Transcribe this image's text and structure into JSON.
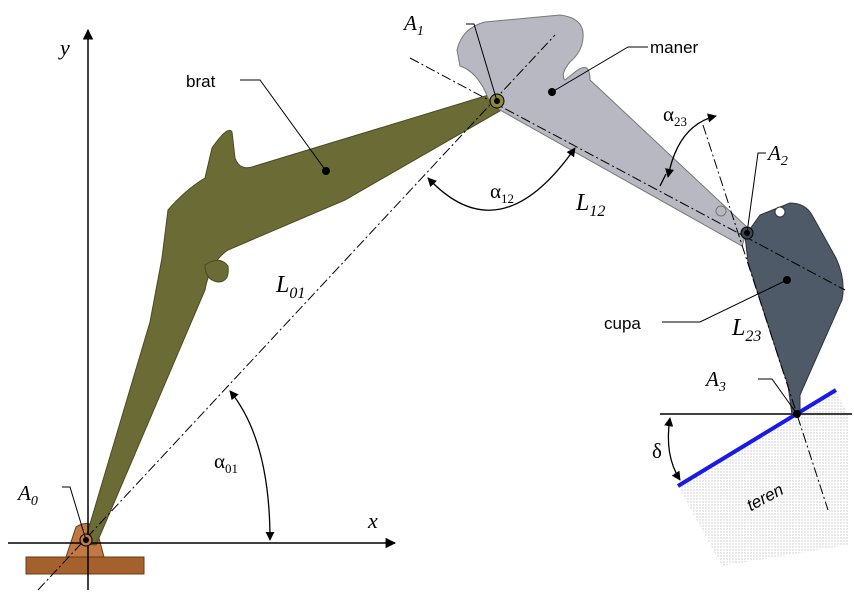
{
  "axes": {
    "x_label": "x",
    "y_label": "y"
  },
  "joints": {
    "a0": {
      "base": "A",
      "sub": "0"
    },
    "a1": {
      "base": "A",
      "sub": "1"
    },
    "a2": {
      "base": "A",
      "sub": "2"
    },
    "a3": {
      "base": "A",
      "sub": "3"
    }
  },
  "lengths": {
    "l01": {
      "base": "L",
      "sub": "01"
    },
    "l12": {
      "base": "L",
      "sub": "12"
    },
    "l23": {
      "base": "L",
      "sub": "23"
    }
  },
  "angles": {
    "alpha01": {
      "base": "α",
      "sub": "01"
    },
    "alpha12": {
      "base": "α",
      "sub": "12"
    },
    "alpha23": {
      "base": "α",
      "sub": "23"
    },
    "delta": "δ"
  },
  "parts": {
    "brat": "brat",
    "maner": "maner",
    "cupa": "cupa",
    "teren": "teren"
  },
  "colors": {
    "boom": "#6b6b35",
    "stick": "#b8b8c2",
    "bucket": "#4e5a67",
    "base": "#a4612d",
    "ground_line": "#1a1ae6",
    "hatch": "#c8c8c8"
  }
}
